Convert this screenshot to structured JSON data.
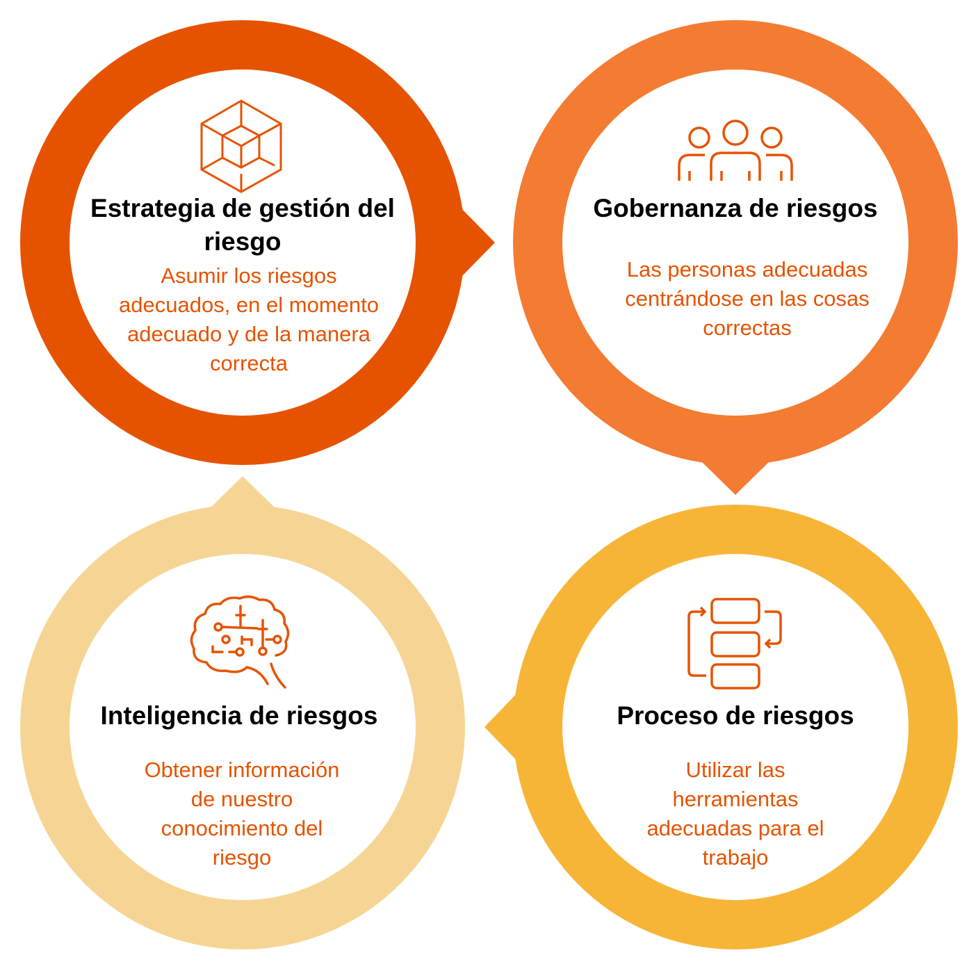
{
  "colors": {
    "ring_strategy": "#E65300",
    "ring_governance": "#F47B32",
    "ring_process": "#F7B538",
    "ring_intelligence": "#F6D594",
    "text_accent": "#E65300"
  },
  "items": [
    {
      "icon": "hypercube-icon",
      "title": "Estrategia de gestión del riesgo",
      "body": "Asumir los riesgos adecuados, en el momento adecuado y de la manera correcta"
    },
    {
      "icon": "people-icon",
      "title": "Gobernanza de riesgos",
      "body": "Las personas adecuadas centrándose en las cosas correctas"
    },
    {
      "icon": "process-flow-icon",
      "title": "Proceso de riesgos",
      "body": "Utilizar las herramientas adecuadas para el trabajo"
    },
    {
      "icon": "brain-circuit-icon",
      "title": "Inteligencia de riesgos",
      "body": "Obtener información de nuestro conocimiento del riesgo"
    }
  ]
}
